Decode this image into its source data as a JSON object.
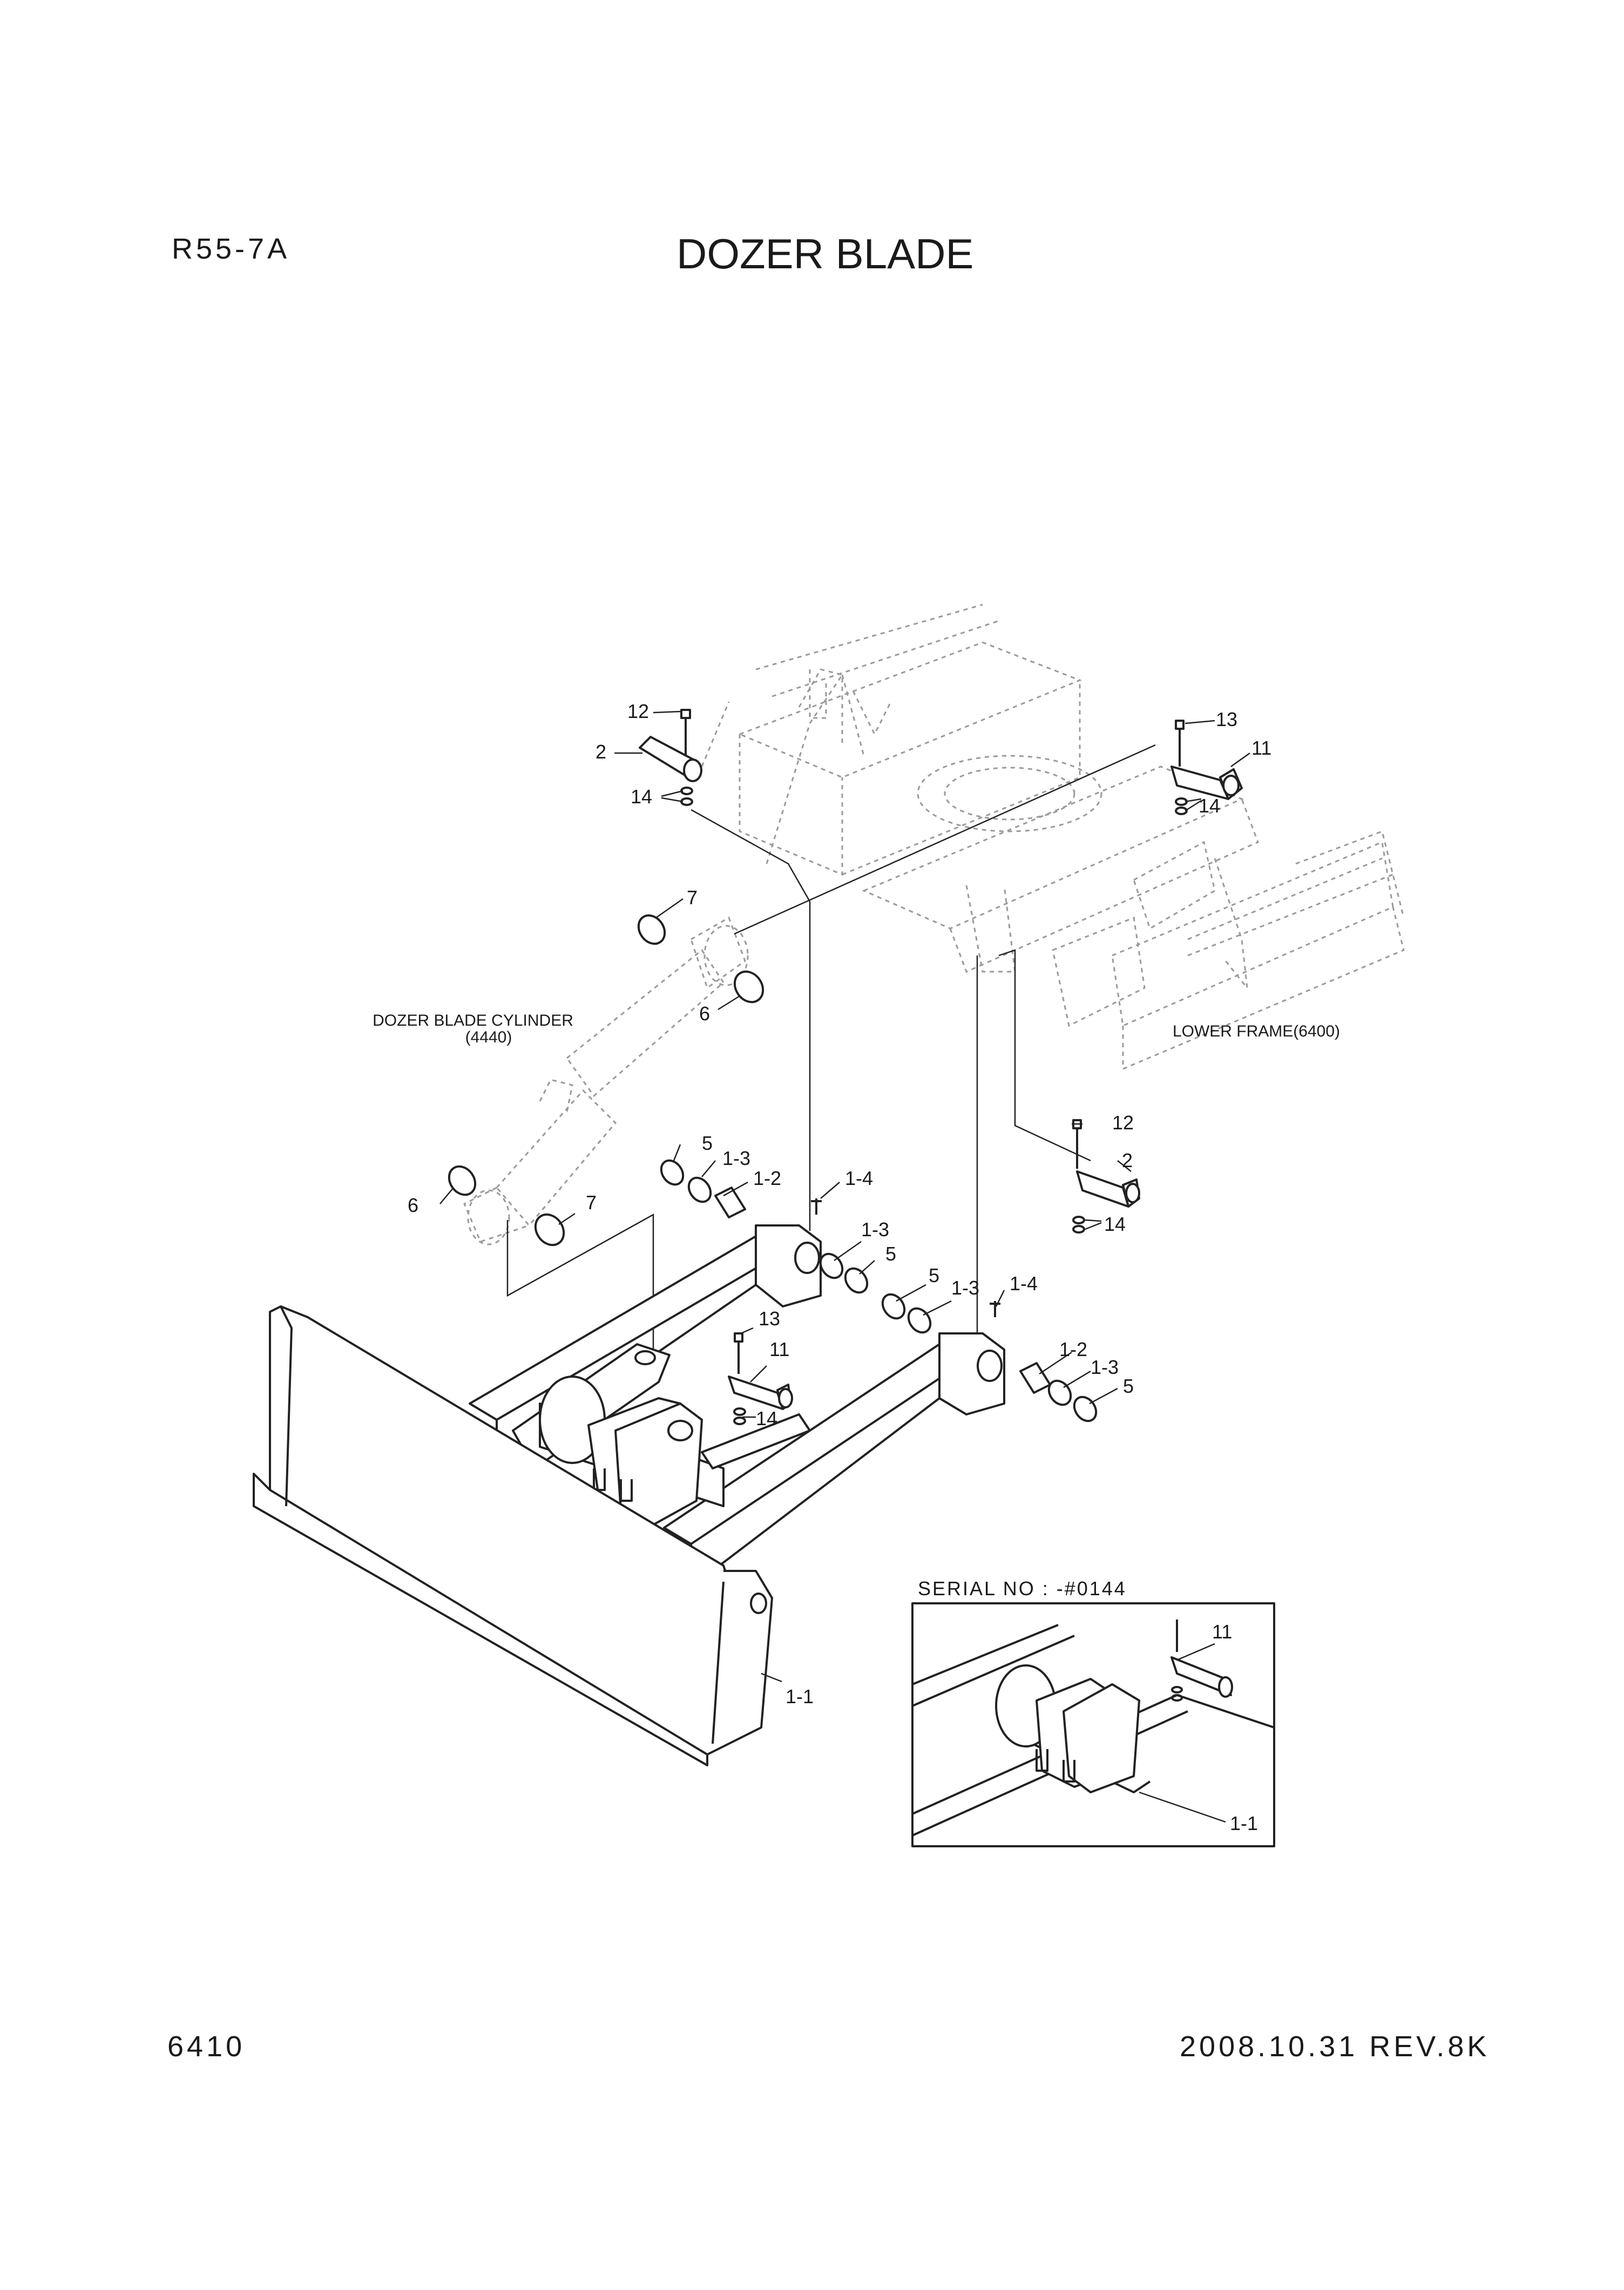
{
  "header": {
    "model": "R55-7A",
    "title": "DOZER BLADE"
  },
  "footer": {
    "page_number": "6410",
    "revision": "2008.10.31   REV.8K"
  },
  "notes": {
    "cylinder_name": "DOZER BLADE CYLINDER",
    "cylinder_ref": "(4440)",
    "lower_frame": "LOWER FRAME(6400)"
  },
  "inset": {
    "title": "SERIAL NO : -#0144"
  },
  "callouts": [
    "12",
    "2",
    "14",
    "13",
    "11",
    "14",
    "7",
    "6",
    "12",
    "2",
    "14",
    "5",
    "1-3",
    "1-2",
    "1-4",
    "6",
    "7",
    "1-3",
    "5",
    "5",
    "1-3",
    "1-4",
    "13",
    "11",
    "14",
    "1-2",
    "1-3",
    "5",
    "1-1",
    "11",
    "1-1"
  ]
}
